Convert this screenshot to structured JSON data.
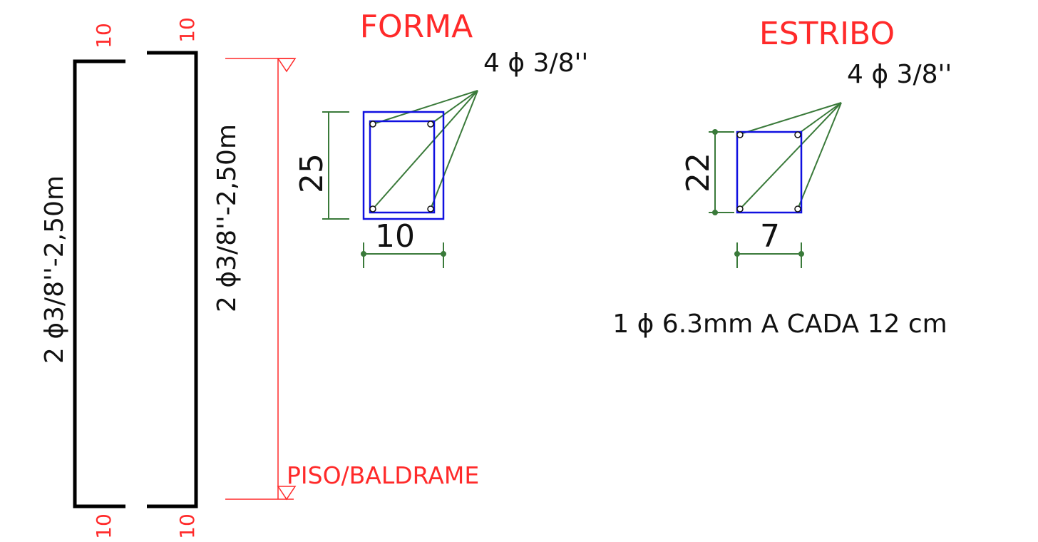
{
  "colors": {
    "bar": "#000000",
    "level_line": "#ff2a2a",
    "concrete_outline": "#1010e0",
    "dimension_green": "#3a7a3a",
    "label_red": "#ff2a2a",
    "label_black": "#111111"
  },
  "bars": {
    "bar1_label": "2 ϕ3/8''-2,50m",
    "bar2_label": "2 ϕ3/8''-2,50m",
    "hook_top_1": "10",
    "hook_top_2": "10",
    "hook_bottom_1": "10",
    "hook_bottom_2": "10"
  },
  "level": {
    "label": "PISO/BALDRAME"
  },
  "forma": {
    "title": "FORMA",
    "rebar_label": "4 ϕ 3/8''",
    "height_dim": "25",
    "width_dim": "10"
  },
  "estribo": {
    "title": "ESTRIBO",
    "rebar_label": "4 ϕ 3/8''",
    "height_dim": "22",
    "width_dim": "7",
    "spacing_note": "1 ϕ 6.3mm A CADA 12 cm"
  }
}
